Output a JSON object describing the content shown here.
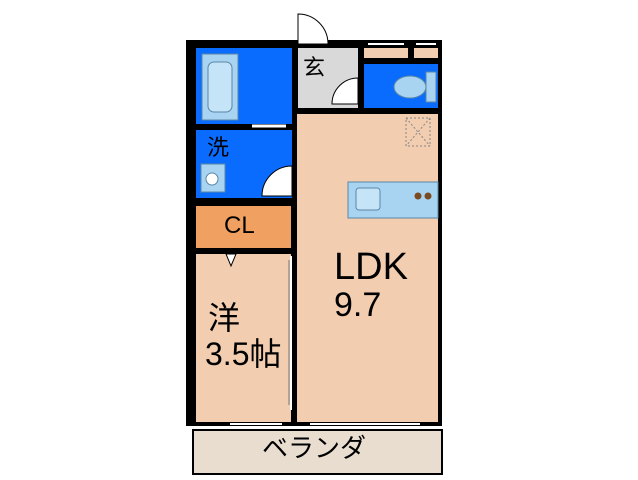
{
  "rooms": {
    "ldk": {
      "label": "LDK",
      "size": "9.7"
    },
    "western": {
      "label": "洋",
      "size": "3.5帖"
    },
    "closet": {
      "label": "CL"
    },
    "entrance": {
      "label": "玄"
    },
    "washroom": {
      "label": "洗"
    },
    "balcony": {
      "label": "ベランダ"
    }
  },
  "colors": {
    "wall": "#000000",
    "wet_area": "#0a6cff",
    "floor": "#f2cdb0",
    "closet": "#f0a060",
    "entrance": "#d9d9d9",
    "balcony": "#e9ddd0",
    "fixture": "#a8d4f2"
  }
}
